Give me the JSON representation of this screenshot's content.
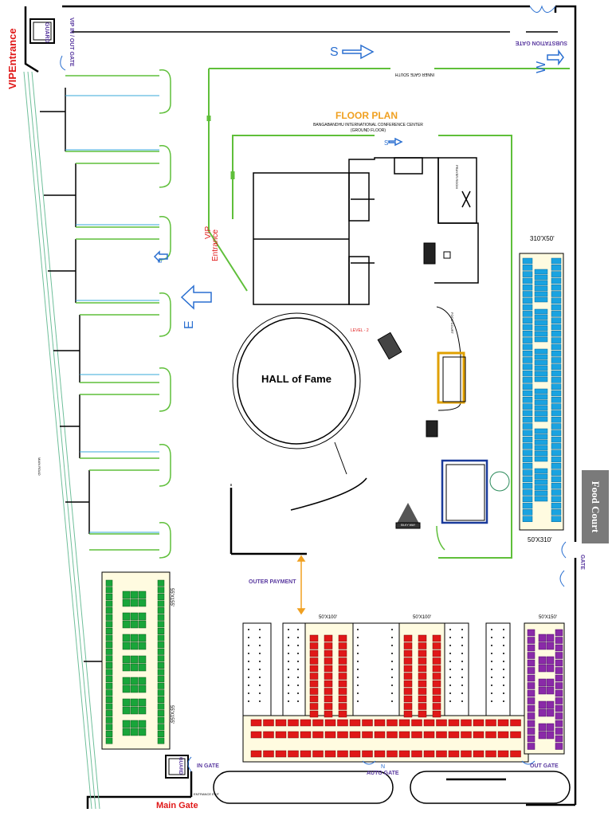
{
  "labels": {
    "vip_entrance_left": "VIPEntrance",
    "guard_top": "GUARD",
    "vip_gate": "VIP IN / OUT GATE",
    "substation_gate": "SUBSTATION GATE",
    "inner_gate_south": "INNER GATE SOUTH",
    "compass_s": "S",
    "compass_s_small": "S",
    "compass_w": "W",
    "compass_e": "E",
    "compass_e_small": "E",
    "floor_plan_title": "FLOOR PLAN",
    "floor_plan_sub1": "BANGABANDHU INTERNATIONAL CONFERENCE CENTER",
    "floor_plan_sub2": "(GROUND FLOOR)",
    "vip_entrance_inner": "VIP",
    "vip_entrance_inner2": "Entrance",
    "hall_of_fame": "HALL of Fame",
    "prayer_room": "PRAYER ROOM",
    "food_court_inner": "FOOD COURT",
    "level": "LEVEL - 2",
    "outer_payment": "OUTER PAYMENT",
    "dim_310x50": "310'X50'",
    "dim_50x310": "50'X310'",
    "dim_50x100_a": "50'X100'",
    "dim_50x100_b": "50'X100'",
    "dim_50x150": "50'X150'",
    "dim_55x155_a": "55'X155'",
    "dim_55x155_b": "55'X155'",
    "food_court": "Food Court",
    "gate_right": "GATE",
    "guard_bottom": "GUARD",
    "in_gate": "IN GATE",
    "auto_gate": "AUTO GATE",
    "out_gate": "OUT GATE",
    "main_gate": "Main Gate",
    "main_road": "MAIN ROAD",
    "entrance": "ENTRANCE EXIT",
    "silky_way": "SILKY WAY",
    "compass_n": "N"
  },
  "colors": {
    "boundary": "#000000",
    "green_line": "#5fbf3a",
    "cyan_line": "#37a8d8",
    "stall_blue": "#1aa3e0",
    "stall_green": "#19a53a",
    "stall_red": "#e01818",
    "stall_purple": "#8a2aa8",
    "zone_fill": "#fffbe0",
    "gate_purple": "#5a3aa0",
    "red_text": "#e01818",
    "orange_text": "#f0a020",
    "compass_blue": "#2a6fd0"
  }
}
